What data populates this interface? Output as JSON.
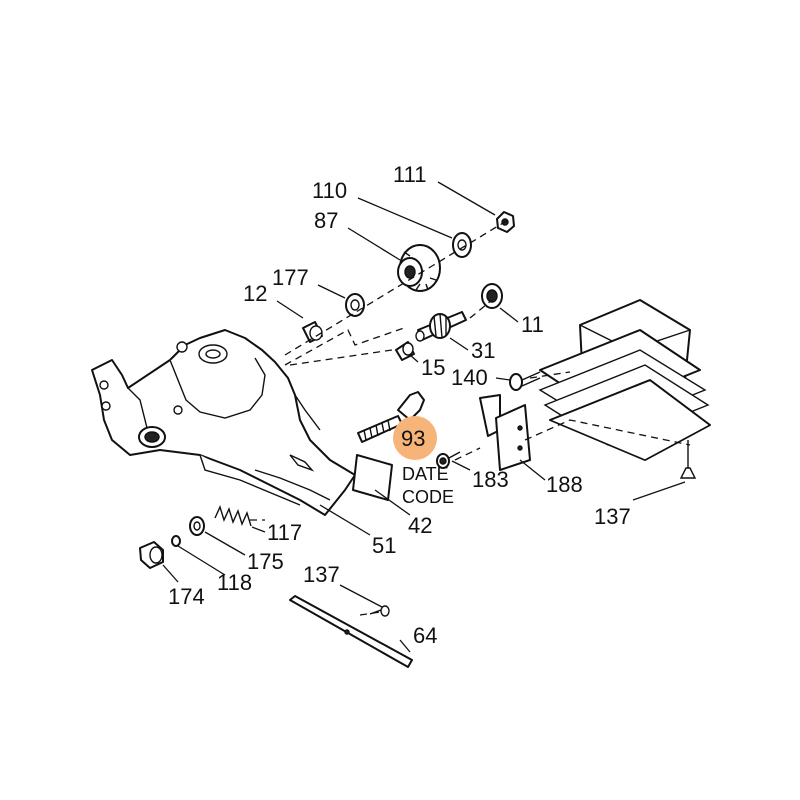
{
  "diagram": {
    "highlight_color": "#f7b478",
    "callouts": {
      "p111": "111",
      "p110": "110",
      "p87": "87",
      "p177": "177",
      "p12": "12",
      "p11": "11",
      "p31": "31",
      "p15": "15",
      "p140": "140",
      "p93": "93",
      "p183": "183",
      "p188": "188",
      "p137a": "137",
      "p51": "51",
      "p42": "42",
      "p117": "117",
      "p175": "175",
      "p118": "118",
      "p174": "174",
      "p137b": "137",
      "p64": "64"
    },
    "date_code": {
      "line1": "DATE",
      "line2": "CODE"
    }
  }
}
